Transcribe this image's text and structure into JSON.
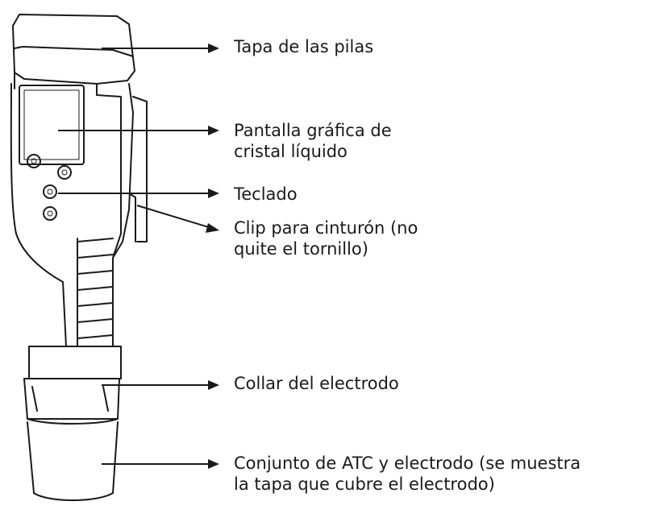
{
  "labels": {
    "battery_cover": [
      "Tapa de las pilas"
    ],
    "display": [
      "Pantalla gráfica de",
      "cristal líquido"
    ],
    "keypad": [
      "Teclado"
    ],
    "belt_clip": [
      "Clip para cinturón (no",
      "quite el tornillo)"
    ],
    "electrode_collar": [
      "Collar del electrodo"
    ],
    "atc_electrode": [
      "Conjunto de ATC y electrodo (se muestra",
      "la tapa que cubre el electrodo)"
    ]
  },
  "colors": {
    "line": "#1a1a1a",
    "background": "#ffffff"
  }
}
